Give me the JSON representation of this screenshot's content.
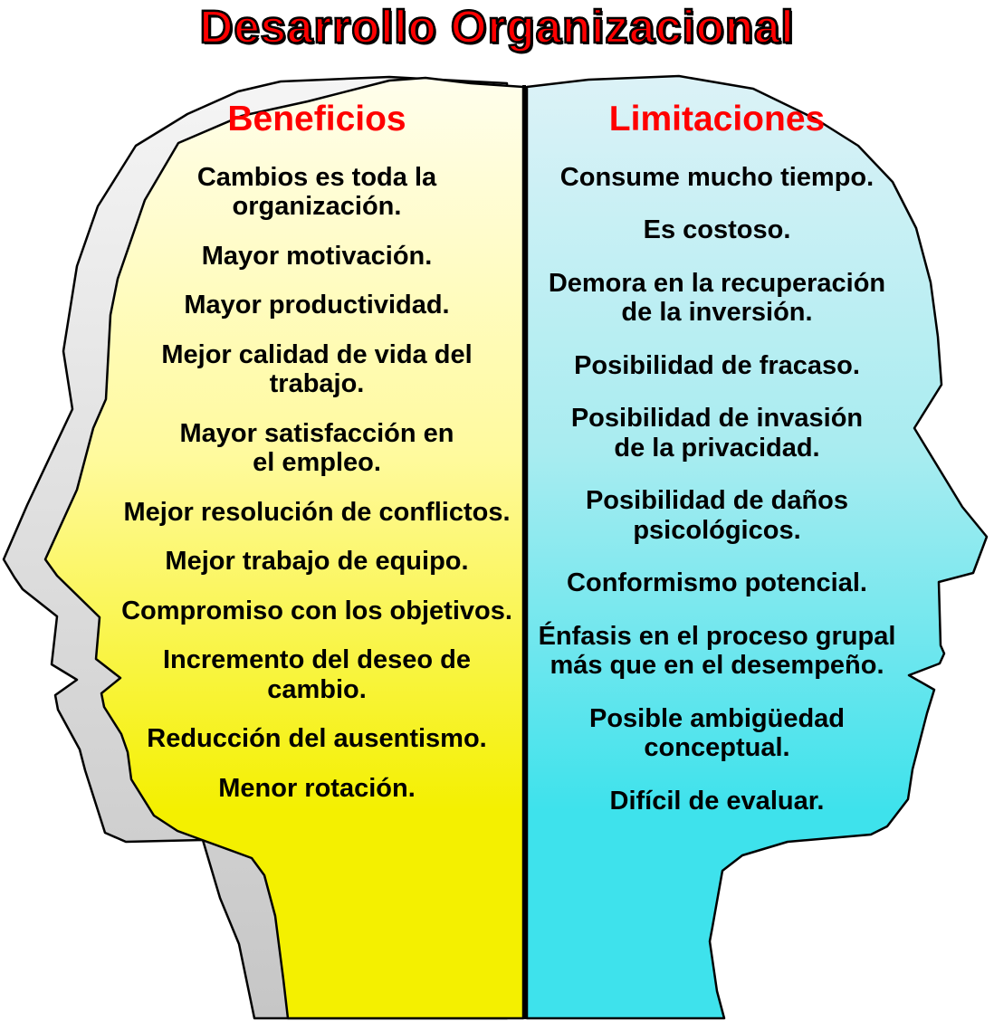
{
  "title": "Desarrollo Organizacional",
  "colors": {
    "background": "#FFFFFF",
    "title-red": "#FF0000",
    "heading-red": "#FF0000",
    "text-black": "#000000",
    "outline-black": "#000000",
    "yellow-top": "#FFFEEC",
    "yellow-mid": "#FFFA9E",
    "yellow-bottom": "#F4F000",
    "cyan-top": "#DCF2F7",
    "cyan-mid": "#A8ECF0",
    "cyan-bottom": "#3EE2EC",
    "gray-top": "#F5F5F5",
    "gray-bottom": "#C6C6C6"
  },
  "left_panel": {
    "heading": "Beneficios",
    "items": [
      "Cambios es toda la\norganización.",
      "Mayor motivación.",
      "Mayor productividad.",
      "Mejor calidad de vida del\ntrabajo.",
      "Mayor satisfacción en\nel empleo.",
      "Mejor resolución de conflictos.",
      "Mejor trabajo de equipo.",
      "Compromiso con los objetivos.",
      "Incremento del deseo de\ncambio.",
      "Reducción del ausentismo.",
      "Menor rotación."
    ]
  },
  "right_panel": {
    "heading": "Limitaciones",
    "items": [
      "Consume mucho tiempo.",
      "Es costoso.",
      "Demora en la recuperación\nde la inversión.",
      "Posibilidad de fracaso.",
      "Posibilidad de invasión\nde la privacidad.",
      "Posibilidad de daños\npsicológicos.",
      "Conformismo potencial.",
      "Énfasis en el proceso grupal\nmás que en el desempeño.",
      "Posible ambigüedad\nconceptual.",
      "Difícil de evaluar."
    ]
  }
}
